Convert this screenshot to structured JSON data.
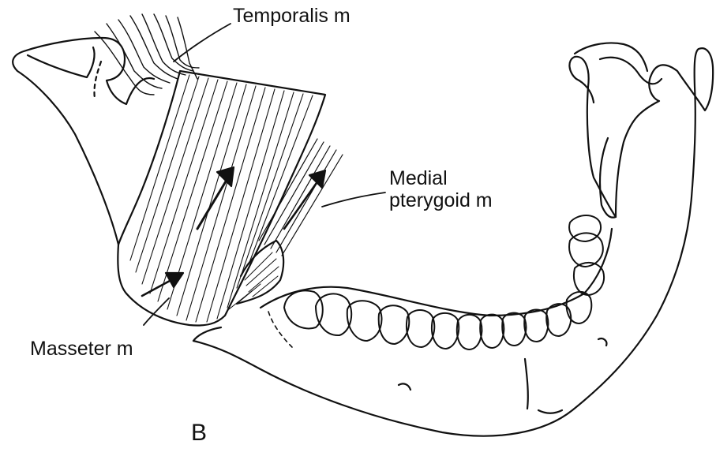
{
  "figure": {
    "panel": "B",
    "labels": {
      "temporalis": "Temporalis m",
      "medial_pterygoid_line1": "Medial",
      "medial_pterygoid_line2": "pterygoid m",
      "masseter": "Masseter m"
    },
    "ink_color": "#111111",
    "background_color": "#ffffff"
  }
}
